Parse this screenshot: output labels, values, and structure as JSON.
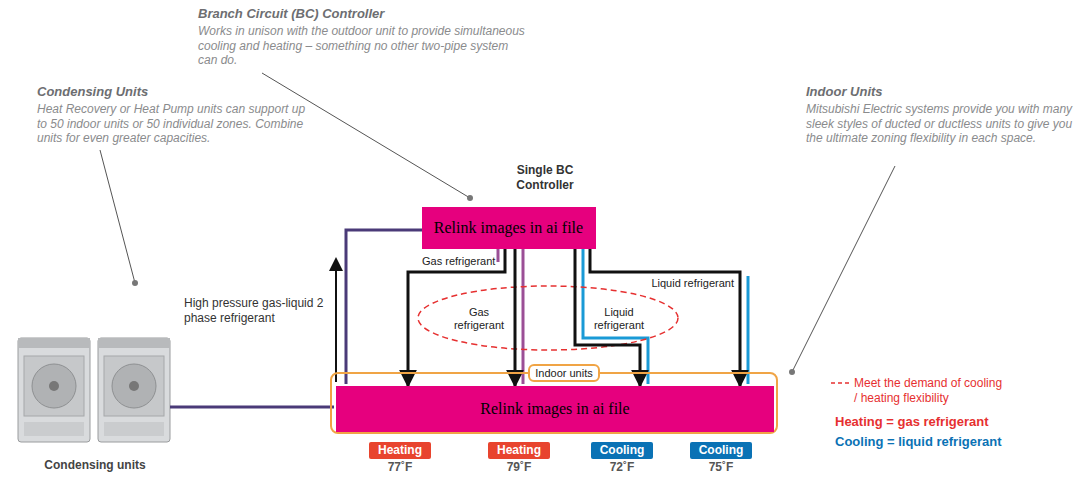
{
  "diagram": {
    "nodes": [
      {
        "text": [
          "Relink images in ai file"
        ]
      },
      {
        "text": [
          "Indoor units"
        ]
      },
      {
        "text": [
          "Relink images in ai file"
        ],
        "in": 1
      },
      {
        "text": [
          "Heating"
        ]
      },
      {
        "text": [
          "Heating"
        ]
      },
      {
        "text": [
          "Cooling"
        ]
      },
      {
        "text": [
          "Cooling"
        ]
      }
    ],
    "edges": [
      {
        "from": 0,
        "to": 2,
        "label": "Gas refrigerant",
        "arrow": "to"
      },
      {
        "from": 0,
        "to": 2,
        "arrow": "to"
      },
      {
        "from": 0,
        "to": 2,
        "arrow": "to"
      },
      {
        "from": 0,
        "to": 2,
        "label": "Liquid refrigerant",
        "arrow": "to"
      }
    ],
    "labels": [
      "Condensing Units",
      "Heat Recovery or Heat Pump units can support up to 50 indoor units or 50 individual zones. Combine units for even greater capacities.",
      "Branch Circuit (BC) Controller",
      "Works in unison with the outdoor unit to provide simultaneous cooling and heating – something no other two-pipe system can do.",
      "Indoor Units",
      "Mitsubishi Electric systems provide you with many sleek styles of ducted or ductless units to give you the ultimate zoning flexibility in each space.",
      "Single BC Controller",
      "High pressure gas-liquid 2 phase refrigerant",
      "Condensing units",
      "Gas refrigerant",
      "Liquid refrigerant",
      "77˚F",
      "79˚F",
      "72˚F",
      "75˚F",
      "Heating = gas refrigerant",
      "Cooling = liquid refrigerant"
    ],
    "legend": [
      {
        "text": "Meet the demand of cooling / heating flexibility"
      }
    ]
  }
}
